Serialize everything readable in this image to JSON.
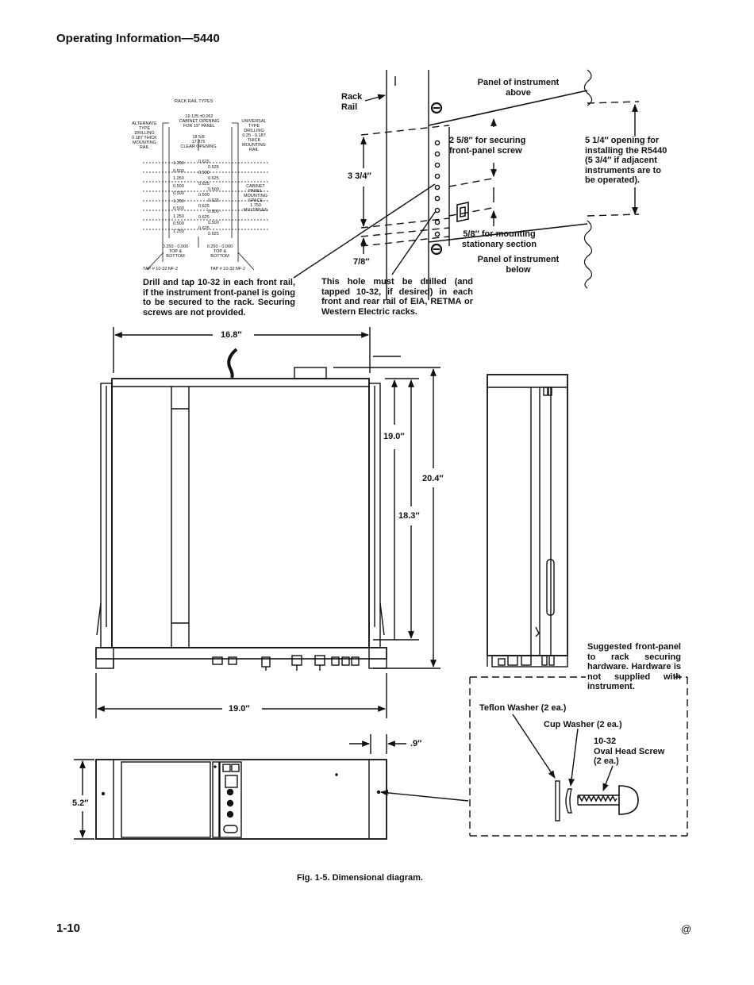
{
  "page": {
    "header": "Operating Information—5440",
    "footer_page": "1-10",
    "footer_mark": "@",
    "caption": "Fig. 1-5.  Dimensional diagram."
  },
  "rack_detail": {
    "rack_rail": "Rack\nRail",
    "panel_above": "Panel of instrument\nabove",
    "panel_below": "Panel of instrument\nbelow",
    "securing": "2 5/8″ for securing\nfront-panel screw",
    "opening": "5 1/4″ opening for\ninstalling the R5440\n(5 3/4″ if adjacent\ninstruments are to\nbe operated).",
    "dim_3_3_4": "3 3/4″",
    "dim_7_8": "7/8″",
    "mounting": "5/8″ for mounting\nstationary section",
    "drill_note": "Drill and tap 10-32 in each front rail, if the instrument front-panel is going to be secured to the rack. Securing screws are not provided.",
    "hole_note": "This hole must be drilled (and tapped 10-32, if desired) in each front and rear rail of EIA, RETMA or Western Electric racks."
  },
  "rail_types": {
    "title": "RACK RAIL TYPES",
    "cabinet_opening": "19.125 ±0.062\nCABINET OPENING\nFOR 19″ PANEL",
    "alternate": "ALTERNATE\nTYPE\nDRILLING\n0.187 THICK\nMOUNTING\nRAIL",
    "universal": "UNIVERSAL\nTYPE\nDRILLING\n0.25 - 0.187\nTHICK\nMOUNTING\nRAIL",
    "clear_opening": "18 5/8\n17.875\nCLEAR OPENING",
    "cabinet_panel": "CABINET\nPANEL\nMOUNTING\nSPACE\n1.750\nMULTIPLES",
    "top_bottom_left": "0.250 - 0.000\nTOP &\nBOTTOM",
    "top_bottom_right": "0.250 - 0.000\nTOP &\nBOTTOM",
    "tap_left": "TAP # 10-32 NF-2",
    "tap_right": "TAP # 10-32 NF-2",
    "left_values": [
      "1.250",
      "0.500",
      "1.250",
      "0.500",
      "0.500",
      "1.250",
      "0.500",
      "1.250",
      "0.500",
      "1.250"
    ],
    "right_values": [
      "0.625",
      "0.625",
      "0.500",
      "0.625",
      "0.625",
      "0.500",
      "0.500",
      "0.625",
      "0.625",
      "0.500",
      "0.625",
      "0.500",
      "0.625",
      "0.625"
    ]
  },
  "top_view": {
    "width": "16.8″",
    "dim_19_0": "19.0″",
    "dim_18_3": "18.3″",
    "dim_20_4": "20.4″",
    "overall_width": "19.0″",
    "offset": ".9″"
  },
  "front_view": {
    "height": "5.2″"
  },
  "hardware": {
    "suggested": "Suggested front-panel to rack securing hardware. Hardware is not supplied with instrument.",
    "teflon": "Teflon Washer (2 ea.)",
    "cup": "Cup Washer (2 ea.)",
    "screw": "10-32\nOval Head Screw\n(2 ea.)"
  }
}
